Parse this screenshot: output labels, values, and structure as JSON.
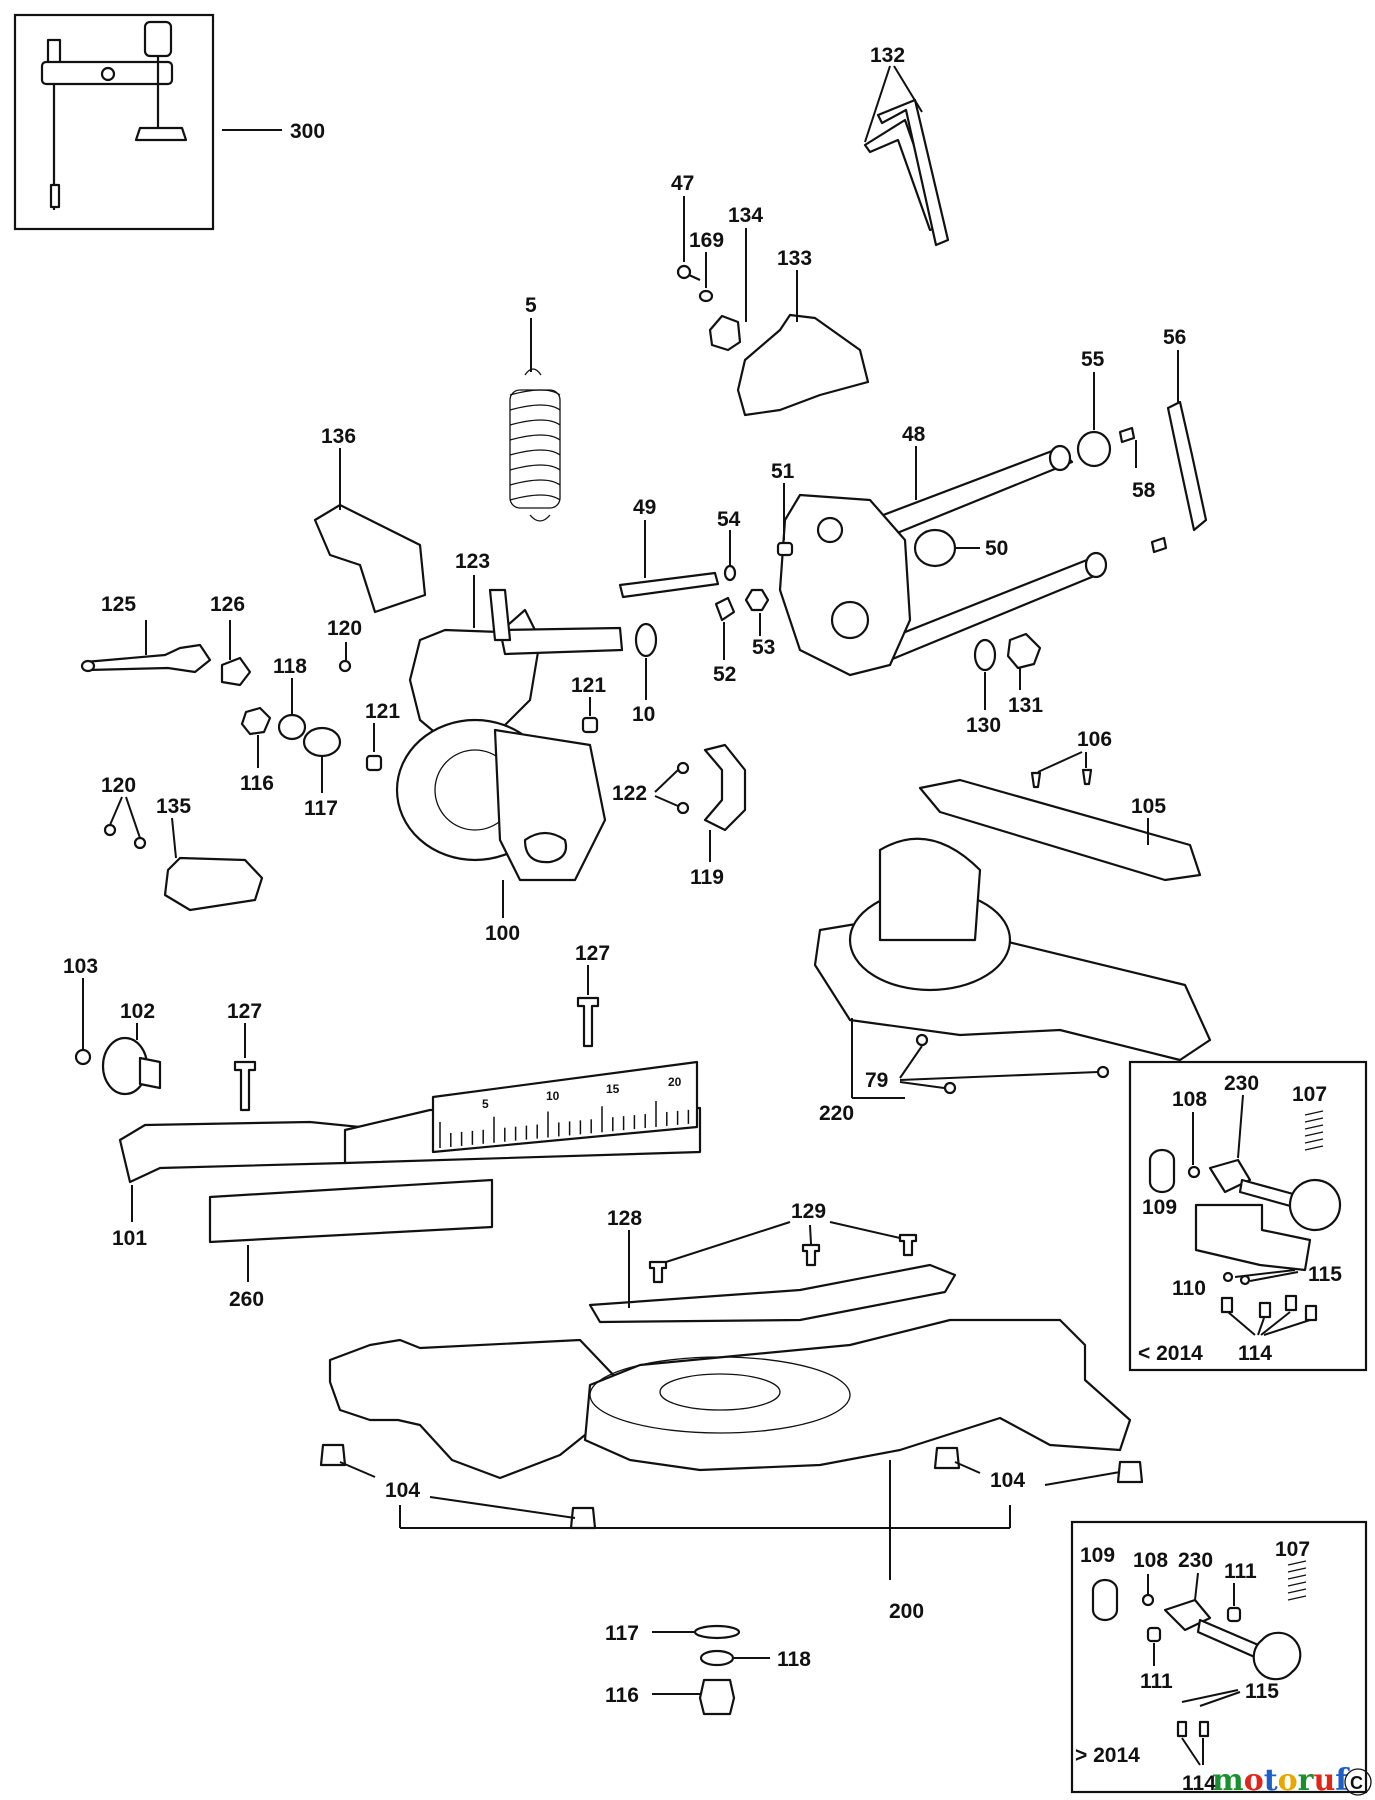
{
  "labels": {
    "l300": "300",
    "l132": "132",
    "l47": "47",
    "l134": "134",
    "l169": "169",
    "l133": "133",
    "l5": "5",
    "l55": "55",
    "l56": "56",
    "l136": "136",
    "l48": "48",
    "l51": "51",
    "l58": "58",
    "l49": "49",
    "l54": "54",
    "l50": "50",
    "l123": "123",
    "l125": "125",
    "l126": "126",
    "l120a": "120",
    "l118a": "118",
    "l121a": "121",
    "l121b": "121",
    "l10": "10",
    "l53": "53",
    "l52": "52",
    "l130": "130",
    "l131": "131",
    "l116a": "116",
    "l117a": "117",
    "l120b": "120",
    "l135": "135",
    "l122": "122",
    "l119": "119",
    "l106": "106",
    "l105": "105",
    "l100": "100",
    "l103": "103",
    "l102": "102",
    "l127a": "127",
    "l127b": "127",
    "l79": "79",
    "l220": "220",
    "l101": "101",
    "l260": "260",
    "l128": "128",
    "l129": "129",
    "l104a": "104",
    "l104b": "104",
    "l200": "200",
    "l117b": "117",
    "l118b": "118",
    "l116b": "116",
    "i230": "230",
    "i108": "108",
    "i107": "107",
    "i109": "109",
    "i110": "110",
    "i115": "115",
    "i114": "114",
    "j109": "109",
    "j108": "108",
    "j230": "230",
    "j107": "107",
    "j111a": "111",
    "j111b": "111",
    "j115": "115",
    "j114": "114"
  },
  "insets": {
    "before_label": "< 2014",
    "after_label": "> 2014"
  },
  "ruler_ticks": [
    "5",
    "10",
    "15",
    "20"
  ],
  "watermark": {
    "text": "motoruf",
    "colors": [
      "#1a8f2e",
      "#e0261b",
      "#1c5fc9",
      "#e8a800"
    ]
  },
  "corner_mark": "C"
}
